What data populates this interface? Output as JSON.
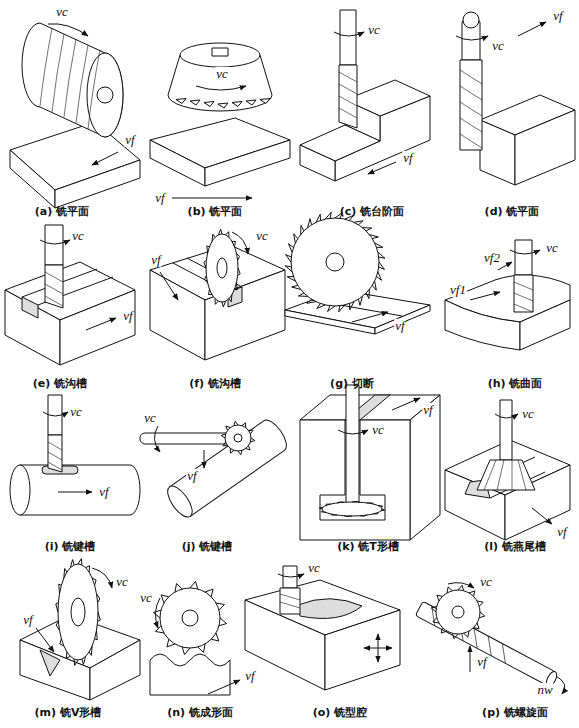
{
  "diagram": {
    "labels": [
      "vc",
      "vf",
      "(a) 铣平面",
      "vc",
      "vf",
      "(b) 铣平面",
      "vc",
      "vf",
      "(c) 铣台阶面",
      "vc",
      "vf",
      "(d) 铣平面",
      "vc",
      "vf",
      "(e) 铣沟槽",
      "vc",
      "vf",
      "(f) 铣沟槽",
      "vf",
      "(g) 切断",
      "vc",
      "vf1",
      "vf2",
      "(h) 铣曲面",
      "vc",
      "vf",
      "(i) 铣键槽",
      "vc",
      "vf",
      "(j) 铣键槽",
      "vc",
      "vf",
      "(k) 铣T形槽",
      "vc",
      "vf",
      "(l) 铣燕尾槽",
      "vc",
      "vf",
      "(m) 铣V形槽",
      "vc",
      "vf",
      "(n) 铣成形面",
      "vc",
      "(o) 铣型腔",
      "vc",
      "vf",
      "nw",
      "(p) 铣螺旋面"
    ]
  }
}
